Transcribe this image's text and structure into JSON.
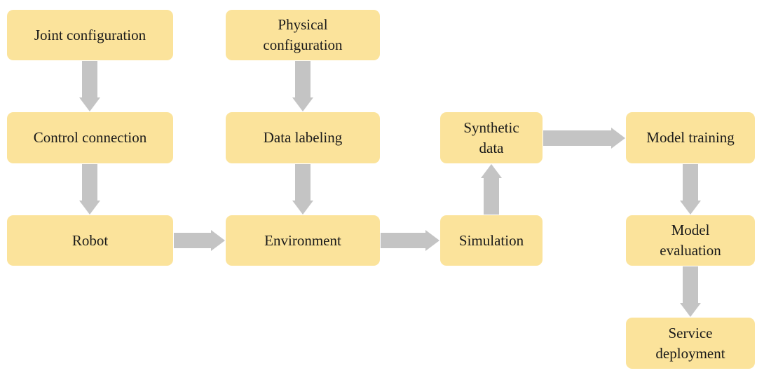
{
  "colors": {
    "node_fill": "#FBE39B",
    "arrow": "#C4C4C4",
    "text": "#1a1a1a"
  },
  "nodes": {
    "joint_configuration": "Joint configuration",
    "physical_configuration": "Physical\nconfiguration",
    "control_connection": "Control connection",
    "data_labeling": "Data labeling",
    "synthetic_data": "Synthetic\ndata",
    "model_training": "Model training",
    "robot": "Robot",
    "environment": "Environment",
    "simulation": "Simulation",
    "model_evaluation": "Model\nevaluation",
    "service_deployment": "Service\ndeployment"
  }
}
